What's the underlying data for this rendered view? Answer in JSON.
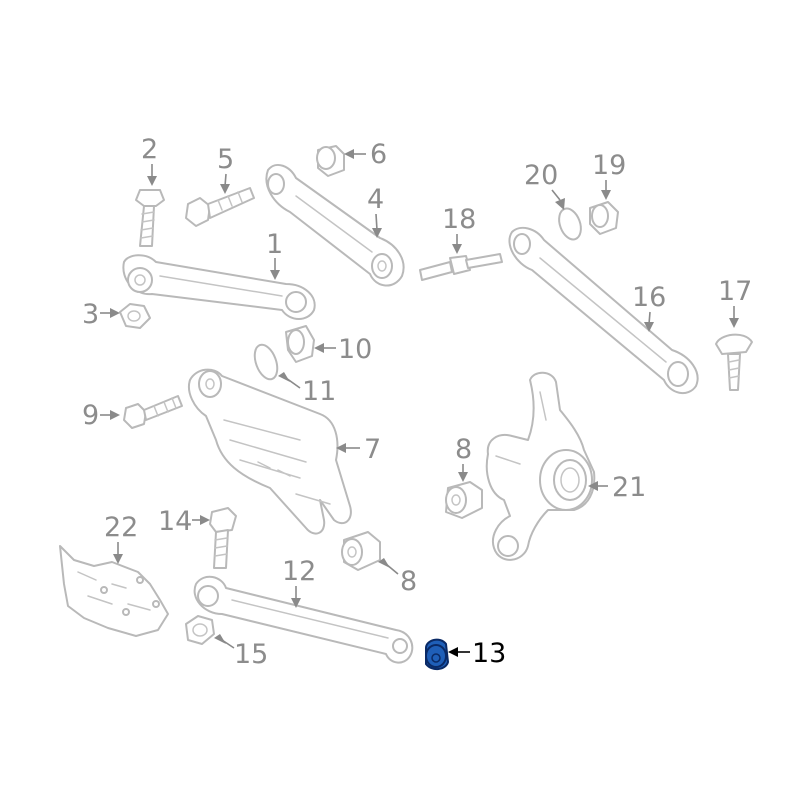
{
  "diagram": {
    "highlight_color": "#1f5fb8",
    "highlighted_part": "13",
    "labels": {
      "p1": "1",
      "p2": "2",
      "p3": "3",
      "p4": "4",
      "p5": "5",
      "p6": "6",
      "p7": "7",
      "p8a": "8",
      "p8b": "8",
      "p9": "9",
      "p10": "10",
      "p11": "11",
      "p12": "12",
      "p13": "13",
      "p14": "14",
      "p15": "15",
      "p16": "16",
      "p17": "17",
      "p18": "18",
      "p19": "19",
      "p20": "20",
      "p21": "21",
      "p22": "22"
    }
  }
}
